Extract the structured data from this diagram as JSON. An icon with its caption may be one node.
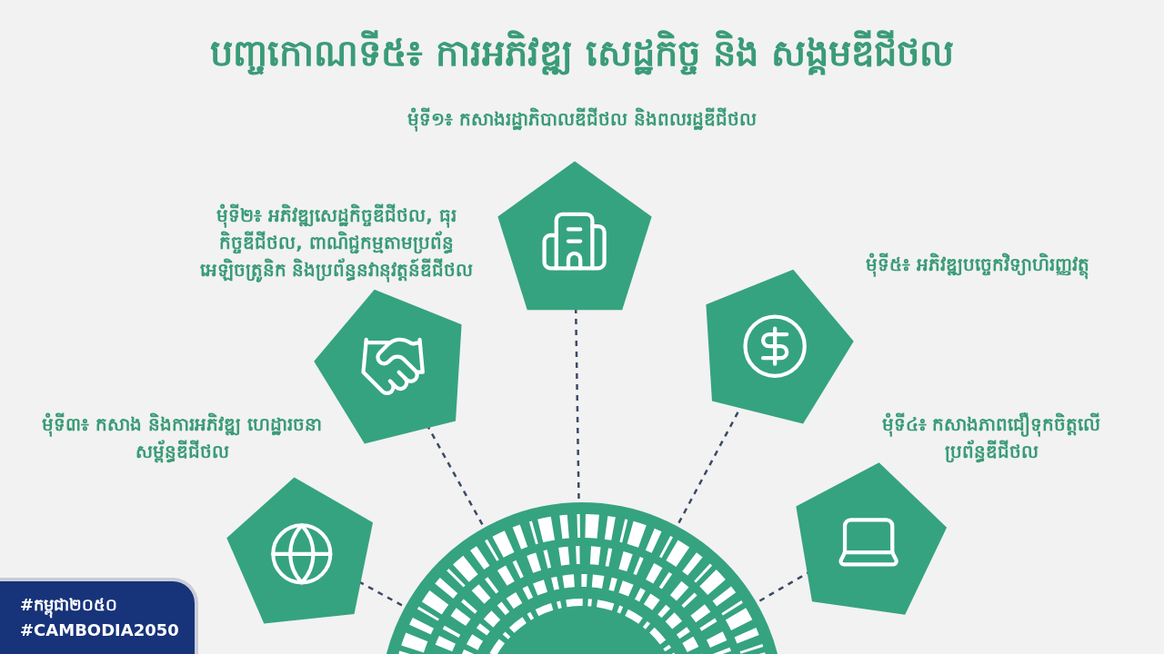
{
  "diagram": {
    "title": "បញ្ចកោណទី៥៖ ការអភិវឌ្ឍ សេដ្ឋកិច្ច និង សង្គមឌីជីថល",
    "nodes": [
      {
        "text": [],
        "shape": "circle"
      },
      {
        "text": [
          "មុំទី១៖ កសាងរដ្ឋាភិបាលឌីជីថល និងពលរដ្ឋឌីជីថល"
        ]
      },
      {
        "text": [
          "មុំទី២៖ អភិវឌ្ឍសេដ្ឋកិច្ចឌីជីថល, ធុរកិច្ចឌីជីថល, ពាណិជ្ជកម្មតាមប្រព័ន្ធអេឡិចត្រូនិក និងប្រព័ន្ធនវានុវត្តន៍ឌីជីថល"
        ]
      },
      {
        "text": [
          "មុំទី៣៖ កសាង និងការអភិវឌ្ឍ ហេដ្ឋារចនាសម្ព័ន្ធឌីជីថល"
        ]
      },
      {
        "text": [
          "មុំទី៥៖ អភិវឌ្ឍបច្ចេកវិទ្យាហិរញ្ញវត្ថុ"
        ]
      },
      {
        "text": [
          "មុំទី៤៖ កសាងភាពជឿទុកចិត្តលើប្រព័ន្ធឌីជីថល"
        ]
      }
    ],
    "edges": [
      {
        "from": 0,
        "to": 1,
        "arrow": "none",
        "style": "dashed"
      },
      {
        "from": 0,
        "to": 2,
        "arrow": "none",
        "style": "dashed"
      },
      {
        "from": 0,
        "to": 3,
        "arrow": "none",
        "style": "dashed"
      },
      {
        "from": 0,
        "to": 4,
        "arrow": "none",
        "style": "dashed"
      },
      {
        "from": 0,
        "to": 5,
        "arrow": "none",
        "style": "dashed"
      }
    ],
    "labels": [
      "#កម្ពុជា២០៥០",
      "#CAMBODIA2050"
    ]
  }
}
